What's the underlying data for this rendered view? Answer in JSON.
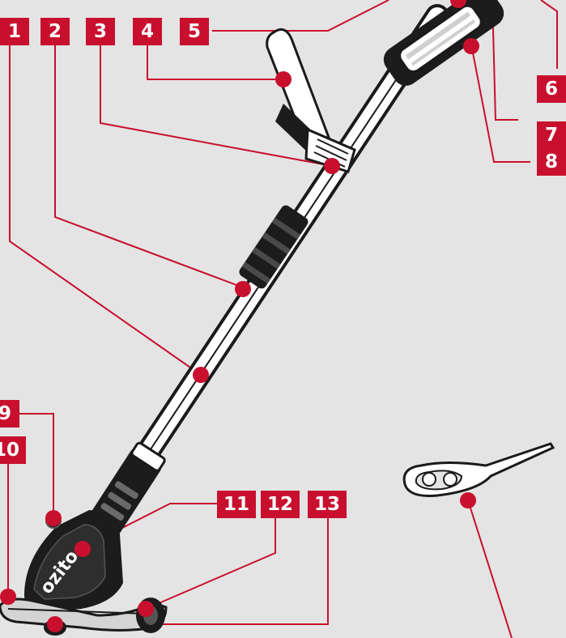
{
  "diagram": {
    "brand": "ozito",
    "callouts": [
      "1",
      "2",
      "3",
      "4",
      "5",
      "6",
      "7",
      "8",
      "9",
      "10",
      "11",
      "12",
      "13"
    ]
  },
  "colors": {
    "callout_red": "#c8102e",
    "background": "#e4e4e4",
    "tool_body": "#1c1c1c",
    "tool_shaft": "#ffffff"
  }
}
